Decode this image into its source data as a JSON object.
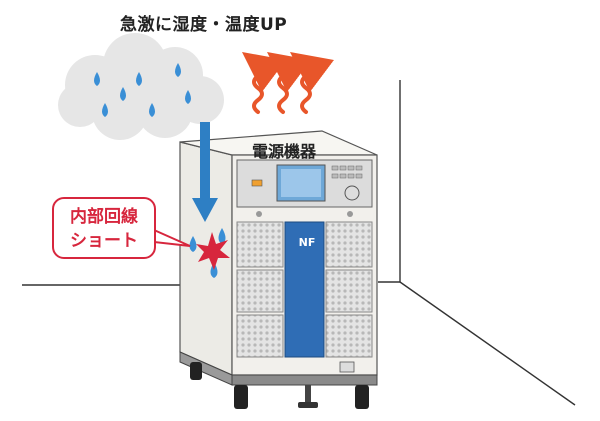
{
  "heading": "急激に湿度・温度UP",
  "device_label": "電源機器",
  "callout": {
    "line1": "内部回線",
    "line2": "ショート"
  },
  "brand_logo": "NF",
  "colors": {
    "cloud": "#e6e6e6",
    "raindrop": "#3a8fd6",
    "heat_arrow": "#e8562a",
    "down_arrow": "#2e7fc4",
    "callout_red": "#d7263d",
    "cabinet_body": "#f2f0ec",
    "front_panel": "#2f6db5",
    "vent_grey": "#d0d0d0"
  },
  "icons": [
    "cloud-icon",
    "raindrop-icon",
    "heat-wave-icon",
    "down-arrow-icon",
    "spark-icon"
  ]
}
